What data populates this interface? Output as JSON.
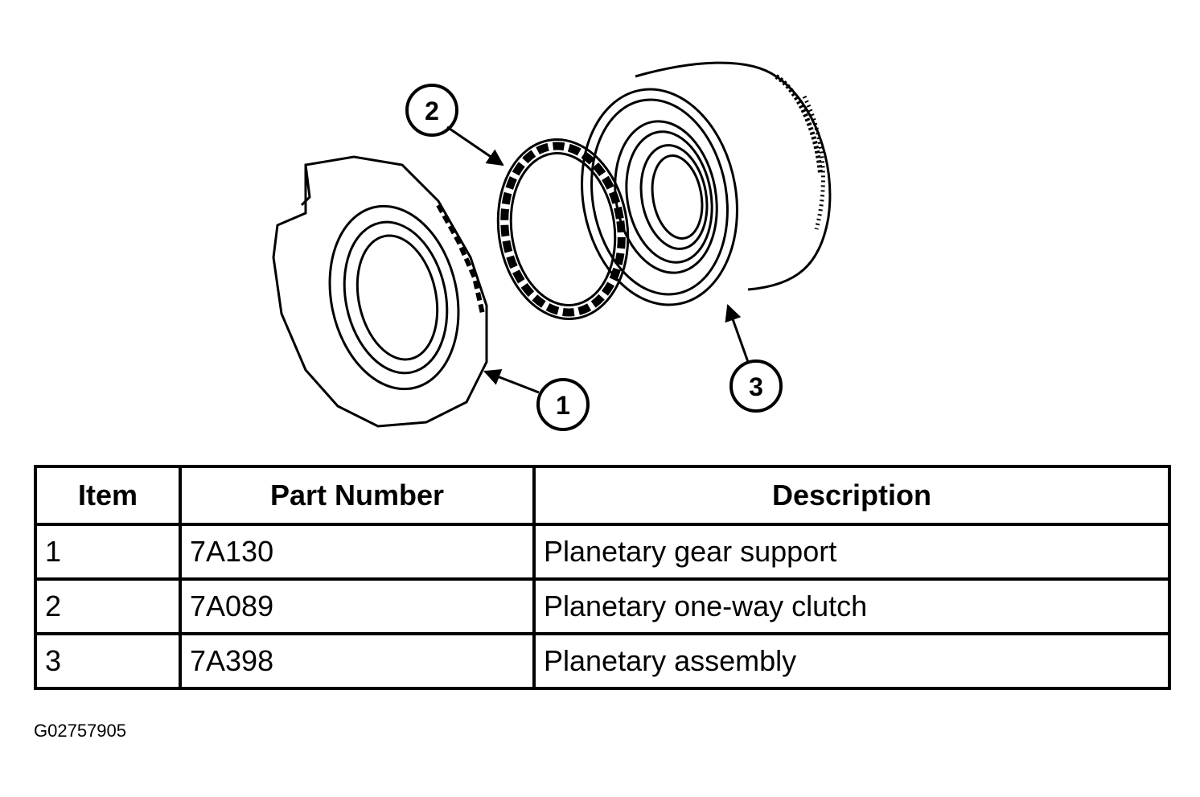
{
  "diagram": {
    "callouts": [
      {
        "id": "callout-1",
        "label": "1"
      },
      {
        "id": "callout-2",
        "label": "2"
      },
      {
        "id": "callout-3",
        "label": "3"
      }
    ]
  },
  "table": {
    "headers": [
      "Item",
      "Part Number",
      "Description"
    ],
    "rows": [
      [
        "1",
        "7A130",
        "Planetary gear support"
      ],
      [
        "2",
        "7A089",
        "Planetary one-way clutch"
      ],
      [
        "3",
        "7A398",
        "Planetary assembly"
      ]
    ]
  },
  "figure_id": "G02757905"
}
